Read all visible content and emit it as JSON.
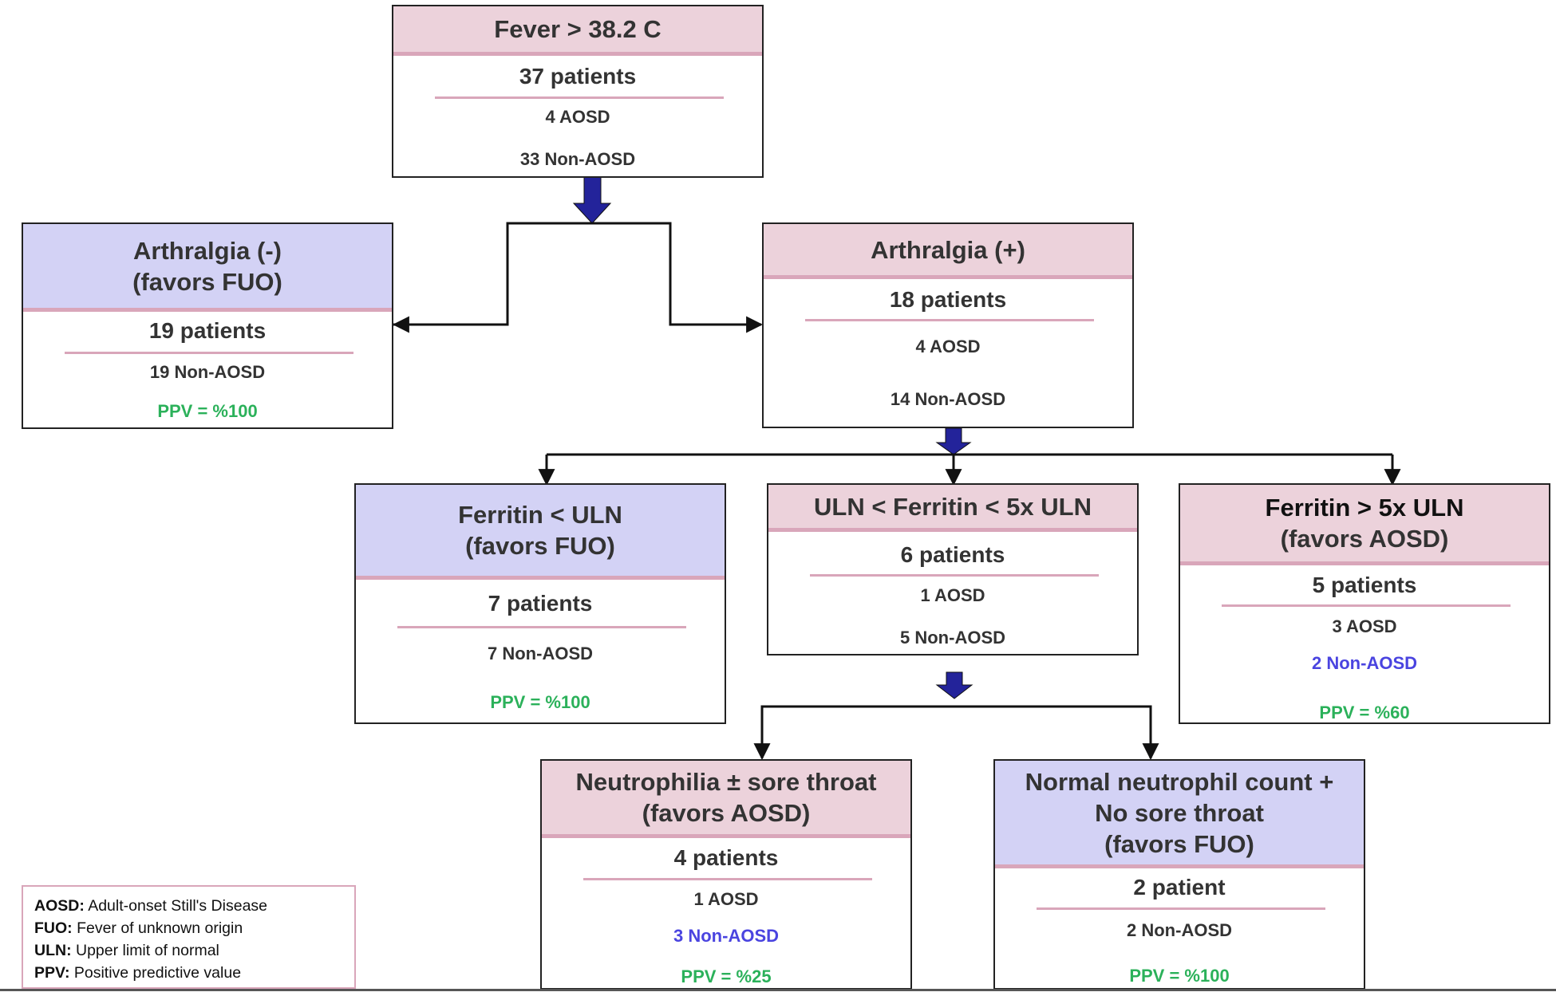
{
  "nodes": {
    "fever": {
      "header": [
        "Fever > 38.2 C"
      ],
      "patients": "37 patients",
      "aosd": "4 AOSD",
      "non_aosd": "33 Non-AOSD"
    },
    "arthralgia_neg": {
      "header": [
        "Arthralgia (-)",
        "(favors FUO)"
      ],
      "patients": "19 patients",
      "non_aosd": "19 Non-AOSD",
      "ppv": "PPV = %100"
    },
    "arthralgia_pos": {
      "header": [
        "Arthralgia (+)"
      ],
      "patients": "18 patients",
      "aosd": "4 AOSD",
      "non_aosd": "14 Non-AOSD"
    },
    "ferritin_low": {
      "header": [
        "Ferritin < ULN",
        "(favors FUO)"
      ],
      "patients": "7 patients",
      "non_aosd": "7 Non-AOSD",
      "ppv": "PPV = %100"
    },
    "ferritin_mid": {
      "header": [
        "ULN < Ferritin < 5x ULN"
      ],
      "patients": "6 patients",
      "aosd": "1 AOSD",
      "non_aosd": "5 Non-AOSD"
    },
    "ferritin_high": {
      "header": [
        "Ferritin > 5x ULN",
        "(favors AOSD)"
      ],
      "patients": "5 patients",
      "aosd": "3 AOSD",
      "non_aosd": "2 Non-AOSD",
      "ppv": "PPV = %60"
    },
    "neutrophilia": {
      "header": [
        "Neutrophilia ± sore throat",
        "(favors AOSD)"
      ],
      "patients": "4 patients",
      "aosd": "1 AOSD",
      "non_aosd": "3 Non-AOSD",
      "ppv": "PPV = %25"
    },
    "normal_neutrophil": {
      "header": [
        "Normal neutrophil count +",
        "No sore throat",
        "(favors FUO)"
      ],
      "patients": "2 patient",
      "non_aosd": "2 Non-AOSD",
      "ppv": "PPV = %100"
    }
  },
  "legend": [
    {
      "abbr": "AOSD:",
      "text": "Adult-onset Still's Disease"
    },
    {
      "abbr": "FUO:",
      "text": "Fever of unknown origin"
    },
    {
      "abbr": "ULN:",
      "text": "Upper limit of normal"
    },
    {
      "abbr": "PPV:",
      "text": "Positive predictive value"
    }
  ],
  "colors": {
    "header_pink": "#ecd2db",
    "header_lavender": "#d3d2f5",
    "separator": "#d9a6ba",
    "ppv_green": "#2bb15a",
    "highlight_blue": "#4a44e0",
    "arrow_navy": "#23239a"
  }
}
